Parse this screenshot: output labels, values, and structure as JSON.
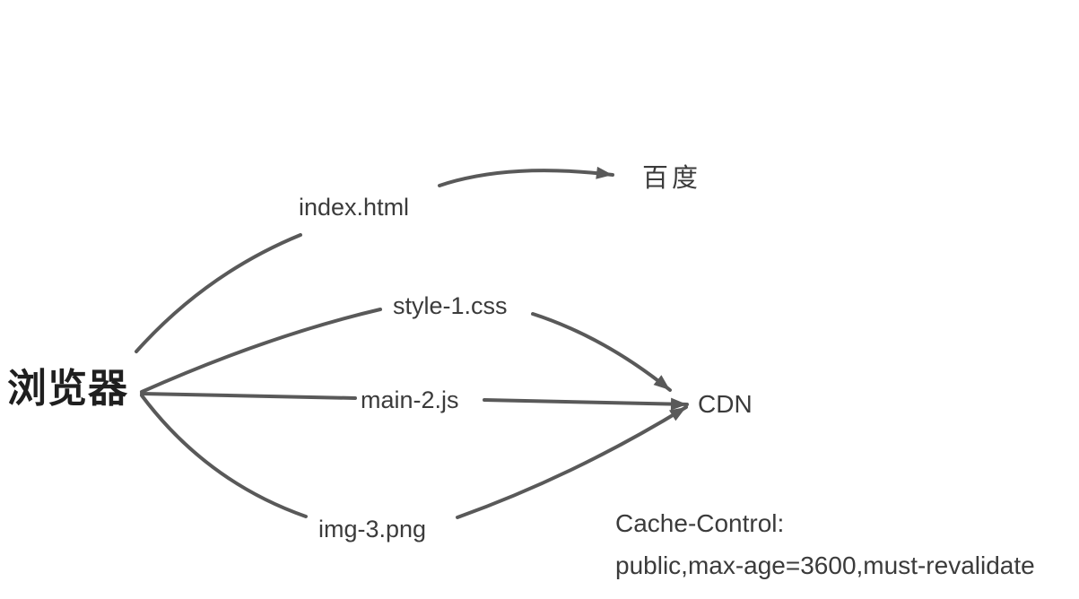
{
  "diagram": {
    "source": {
      "label": "浏览器"
    },
    "resources": [
      {
        "id": "index-html",
        "label": "index.html"
      },
      {
        "id": "style-css",
        "label": "style-1.css"
      },
      {
        "id": "main-js",
        "label": "main-2.js"
      },
      {
        "id": "img-png",
        "label": "img-3.png"
      }
    ],
    "destinations": [
      {
        "id": "baidu",
        "label": "百度"
      },
      {
        "id": "cdn",
        "label": "CDN"
      }
    ],
    "annotation": {
      "line1": "Cache-Control:",
      "line2": "public,max-age=3600,must-revalidate"
    },
    "colors": {
      "edge": "#595959",
      "text": "#3b3b3b",
      "source_text": "#1f1f1f",
      "background": "#ffffff"
    }
  }
}
